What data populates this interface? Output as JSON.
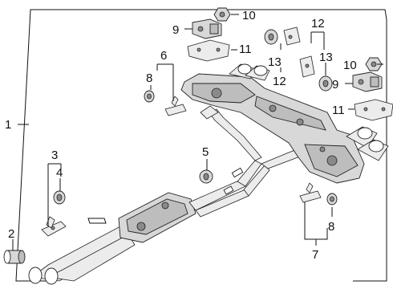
{
  "callouts": {
    "c1": "1",
    "c2": "2",
    "c3": "3",
    "c4": "4",
    "c5": "5",
    "c6": "6",
    "c7": "7",
    "c8a": "8",
    "c8b": "8",
    "c9a": "9",
    "c9b": "9",
    "c10a": "10",
    "c10b": "10",
    "c11a": "11",
    "c11b": "11",
    "c12a": "12",
    "c12b": "12",
    "c13a": "13",
    "c13b": "13"
  }
}
